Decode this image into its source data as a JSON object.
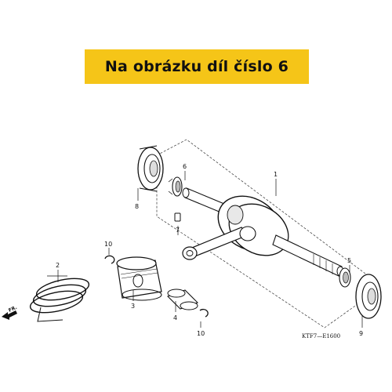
{
  "banner": {
    "text": "Na obrázku díl číslo 6",
    "background": "#f5c518"
  },
  "labels": {
    "crankshaft": "1",
    "piston_ring_set": "2",
    "piston": "3",
    "piston_pin": "4",
    "bearing_right": "5",
    "bearing_left": "6",
    "key": "7",
    "oil_seal_left": "8",
    "oil_seal_right": "9",
    "clip_top": "10",
    "clip_bottom": "10"
  },
  "front_marker": {
    "text": "FR.",
    "icon": "front-arrow-icon"
  },
  "diagram_code": "KTF7—E1600"
}
